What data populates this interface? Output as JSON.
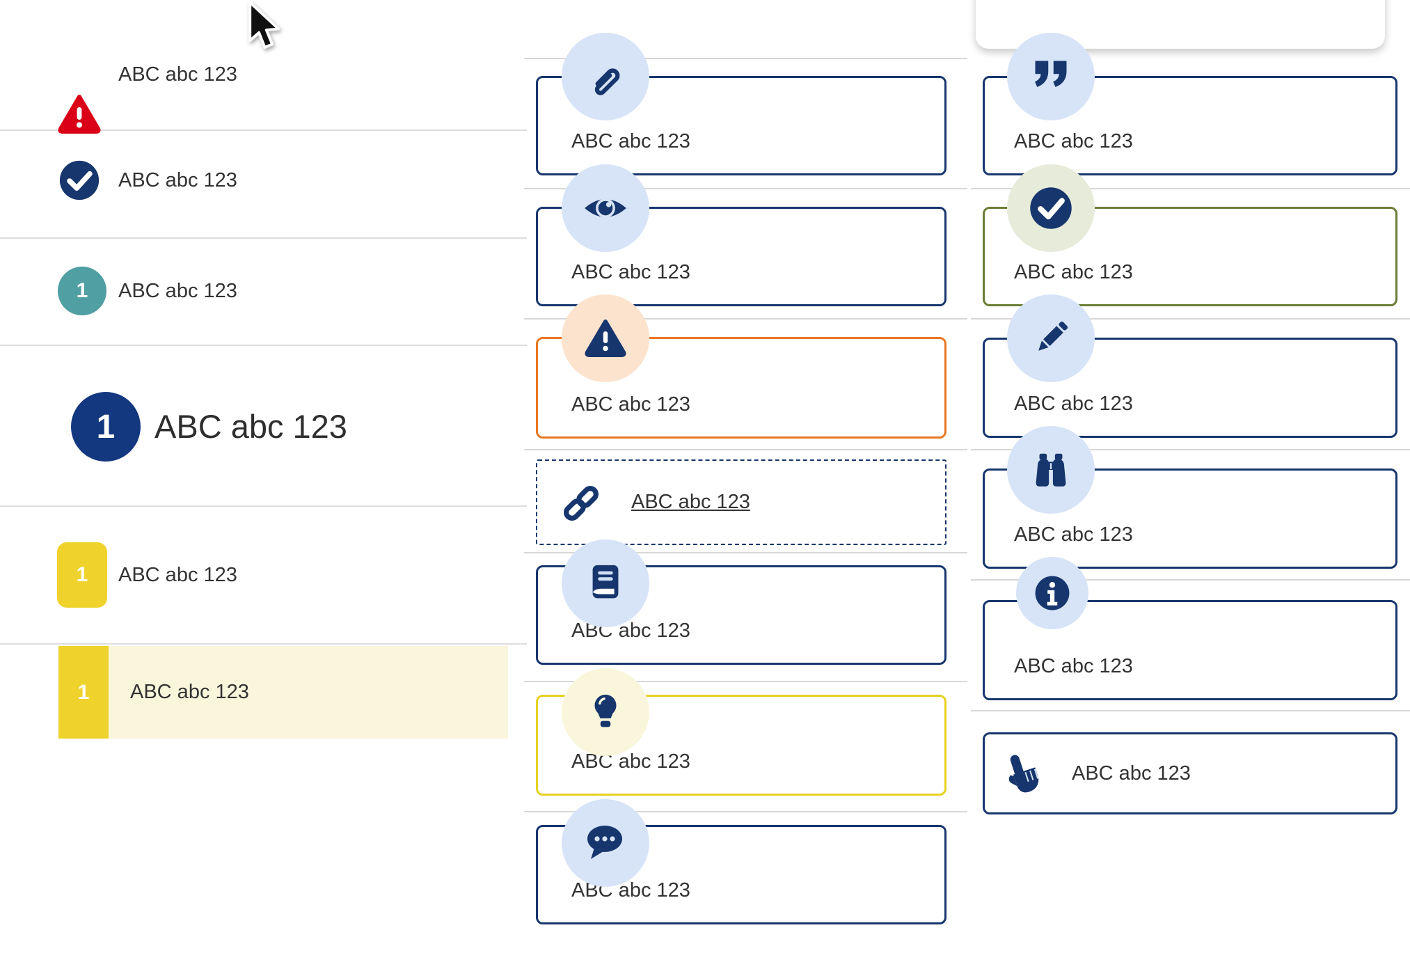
{
  "left_list": {
    "items": [
      {
        "id": "alert",
        "icon": "warning-triangle",
        "label": "ABC abc 123"
      },
      {
        "id": "check",
        "icon": "check-circle",
        "label": "ABC abc 123"
      },
      {
        "id": "step-teal",
        "badge": "1",
        "label": "ABC abc 123"
      },
      {
        "id": "step-heading",
        "badge": "1",
        "label": "ABC abc 123"
      },
      {
        "id": "step-yellow",
        "badge": "1",
        "label": "ABC abc 123"
      },
      {
        "id": "step-yellow-selected",
        "badge": "1",
        "label": "ABC abc 123"
      }
    ]
  },
  "middle_callouts": {
    "items": [
      {
        "icon": "paperclip-icon",
        "variant": "navy",
        "label": "ABC abc 123"
      },
      {
        "icon": "eye-icon",
        "variant": "navy",
        "label": "ABC abc 123"
      },
      {
        "icon": "warning-icon",
        "variant": "orange",
        "label": "ABC abc 123"
      },
      {
        "icon": "link-icon",
        "variant": "dashed",
        "label": "ABC abc 123"
      },
      {
        "icon": "book-icon",
        "variant": "navy",
        "label": "ABC abc 123"
      },
      {
        "icon": "lightbulb-icon",
        "variant": "yellow",
        "label": "ABC abc 123"
      },
      {
        "icon": "chat-icon",
        "variant": "navy",
        "label": "ABC abc 123"
      }
    ]
  },
  "right_callouts": {
    "items": [
      {
        "icon": "quote-icon",
        "variant": "navy",
        "label": "ABC abc 123"
      },
      {
        "icon": "check-circle-icon",
        "variant": "olive",
        "label": "ABC abc 123"
      },
      {
        "icon": "pencil-icon",
        "variant": "navy",
        "label": "ABC abc 123"
      },
      {
        "icon": "binoculars-icon",
        "variant": "navy",
        "label": "ABC abc 123"
      },
      {
        "icon": "info-icon",
        "variant": "navy",
        "label": "ABC abc 123"
      },
      {
        "icon": "hand-point-icon",
        "variant": "navy",
        "label": "ABC abc 123"
      }
    ]
  },
  "colors": {
    "navy": "#17366d",
    "red": "#d90018",
    "teal": "#4f9fa3",
    "yellow": "#efd32c",
    "yellow_border": "#e6d120",
    "pale_yellow": "#faf6dc",
    "orange": "#e87722",
    "olive": "#6b7d35",
    "pale_green": "#e7ebda",
    "light_blue": "#d7e4f7",
    "peach": "#fbe3cd",
    "text": "#333333"
  }
}
